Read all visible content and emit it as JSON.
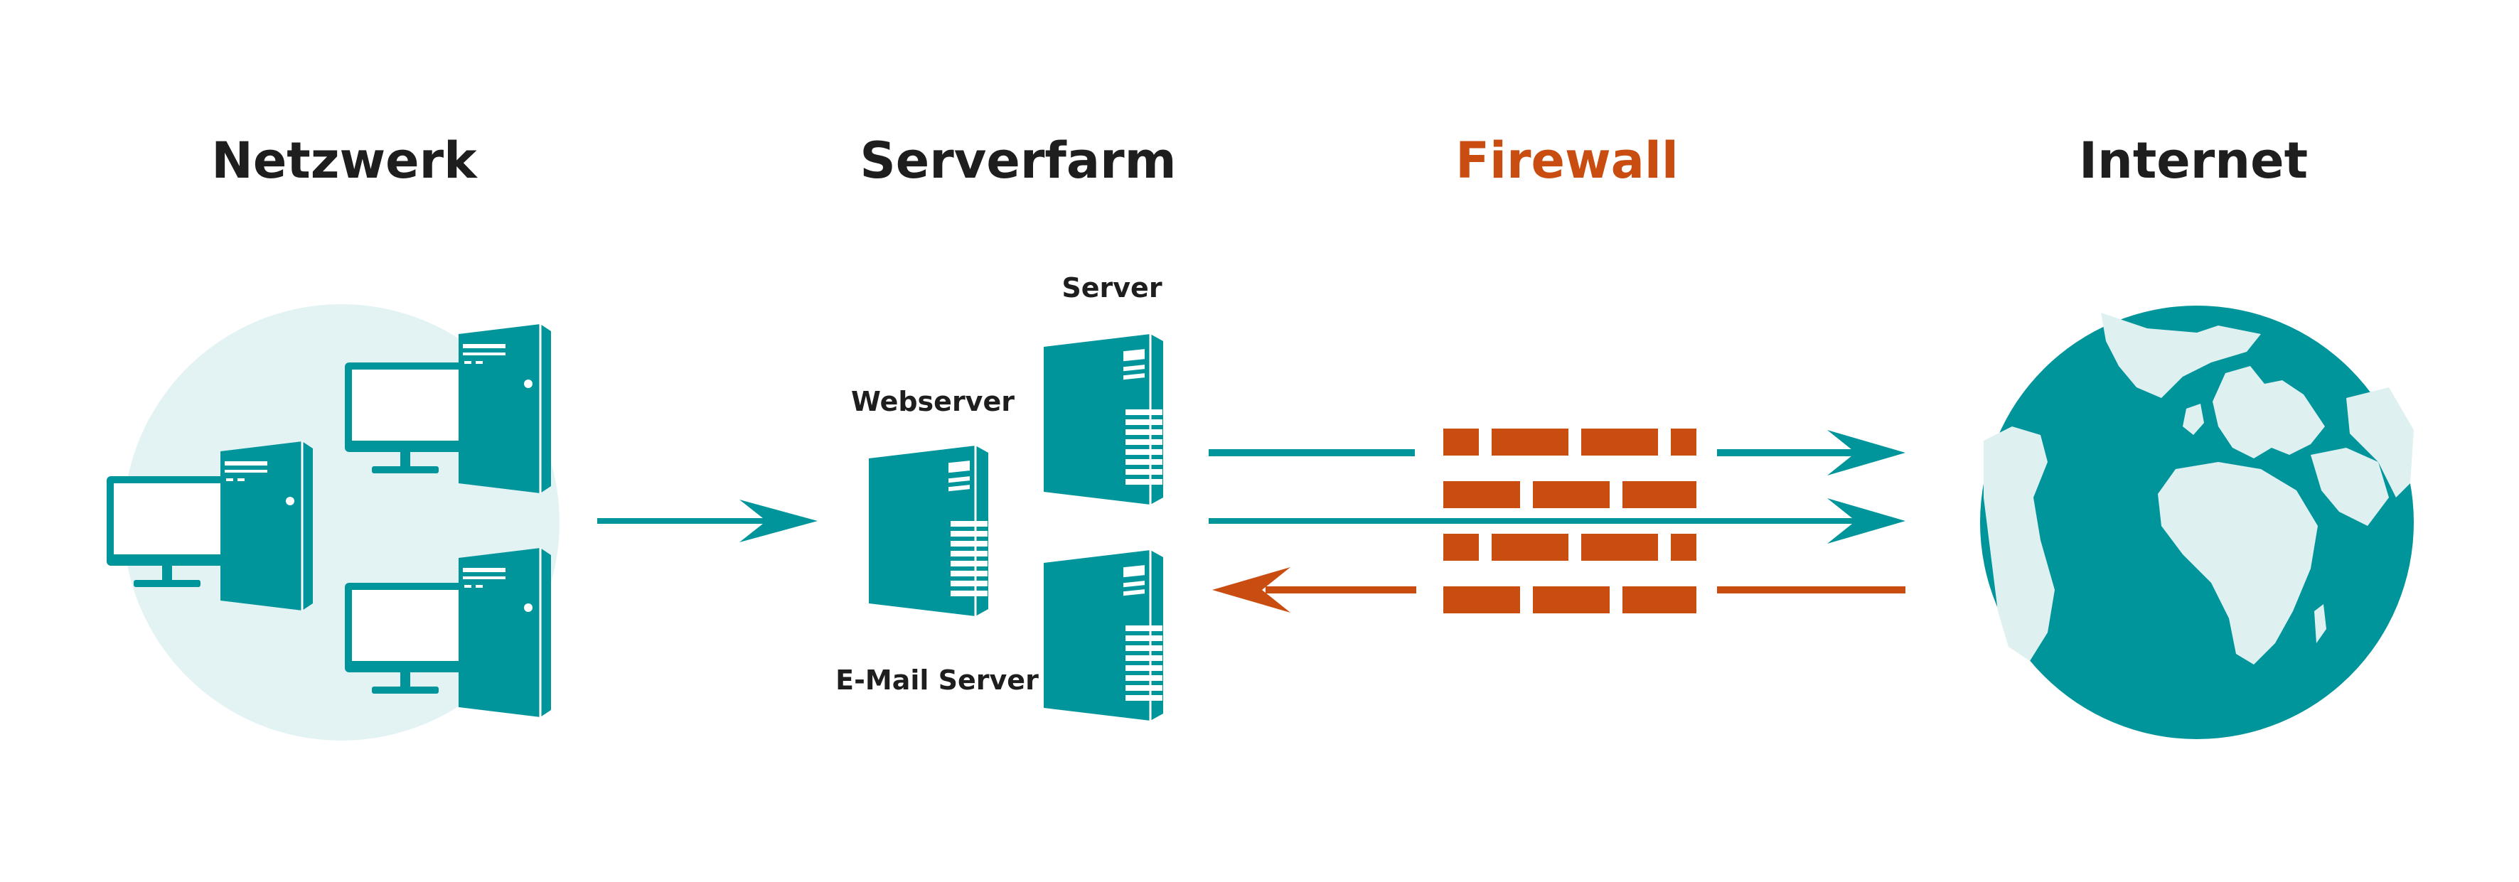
{
  "colors": {
    "teal": "#00959b",
    "teal_light": "#e3f3f4",
    "globe_land": "#dff0f1",
    "orange": "#c94d10",
    "text_dark": "#1e1e1e",
    "screen_white": "#ffffff"
  },
  "headings": {
    "network": "Netzwerk",
    "server_farm": "Serverfarm",
    "firewall": "Firewall",
    "internet": "Internet"
  },
  "labels": {
    "server": "Server",
    "webserver": "Webserver",
    "email_server": "E-Mail Server"
  },
  "icons": [
    "desktop-computer-icon",
    "server-tower-icon",
    "firewall-brick-wall-icon",
    "globe-icon",
    "arrow-right-icon",
    "arrow-left-icon"
  ]
}
